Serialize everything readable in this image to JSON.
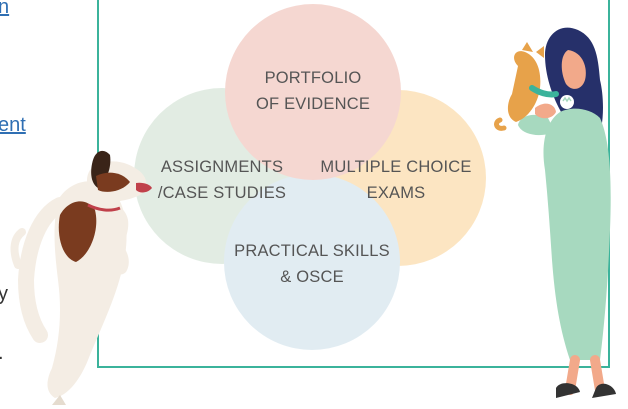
{
  "edge": {
    "link_top": "n",
    "link_mid": "ent",
    "cut_char_1": "y",
    "cut_char_2": "."
  },
  "venn": {
    "circles": [
      {
        "id": "portfolio",
        "lines": [
          "PORTFOLIO",
          "OF EVIDENCE"
        ],
        "color": "#f2c8c0"
      },
      {
        "id": "assignments",
        "lines": [
          "ASSIGNMENTS",
          "/CASE STUDIES"
        ],
        "color": "#d7e6d9"
      },
      {
        "id": "mcq",
        "lines": [
          "MULTIPLE CHOICE",
          "EXAMS"
        ],
        "color": "#fbdcab"
      },
      {
        "id": "practical",
        "lines": [
          "PRACTICAL SKILLS",
          "& OSCE"
        ],
        "color": "#d6e5ee"
      }
    ]
  },
  "colors": {
    "frame_border": "#3bb39b",
    "link": "#2f6fb3",
    "label_text": "#555555"
  }
}
